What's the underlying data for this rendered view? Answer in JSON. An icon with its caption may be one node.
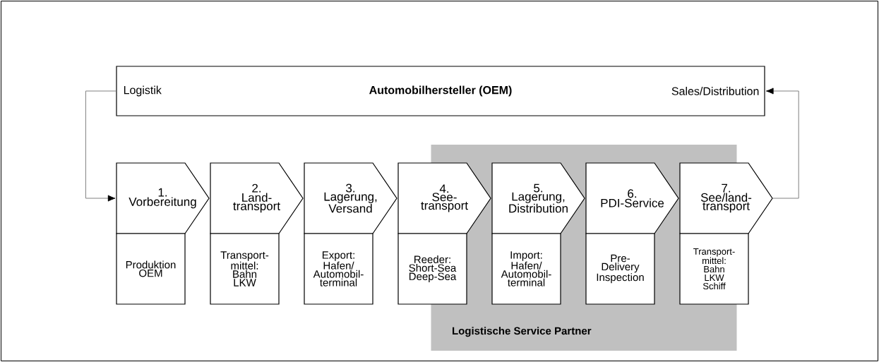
{
  "diagram": {
    "nodes": [
      {
        "text": [
          "Logistik",
          "Automobilhersteller (OEM)",
          "Sales/Distribution"
        ]
      },
      {
        "text": [
          "Logistische Service Partner"
        ]
      },
      {
        "text": [
          "1. Vorbereitung"
        ]
      },
      {
        "text": [
          "Produktion OEM"
        ]
      },
      {
        "text": [
          "2. Land- transport"
        ]
      },
      {
        "text": [
          "Transport- mittel: Bahn LKW"
        ]
      },
      {
        "text": [
          "3. Lagerung, Versand"
        ]
      },
      {
        "text": [
          "Export: Hafen/ Automobil- terminal"
        ]
      },
      {
        "text": [
          "4. See- transport"
        ]
      },
      {
        "text": [
          "Reeder: Short-Sea Deep-Sea"
        ]
      },
      {
        "text": [
          "5. Lagerung, Distribution"
        ],
        "in": 1
      },
      {
        "text": [
          "Import: Hafen/ Automobil- terminal"
        ],
        "in": 1
      },
      {
        "text": [
          "6. PDI-Service"
        ],
        "in": 1
      },
      {
        "text": [
          "Pre- Delivery Inspection"
        ],
        "in": 1
      },
      {
        "text": [
          "7. See/land- transport"
        ]
      },
      {
        "text": [
          "Transport- mittel: Bahn LKW Schiff"
        ]
      }
    ],
    "edges": [
      {
        "from": 0,
        "to": 2,
        "arrow": "to"
      },
      {
        "from": 14,
        "to": 0,
        "arrow": "to"
      }
    ]
  }
}
